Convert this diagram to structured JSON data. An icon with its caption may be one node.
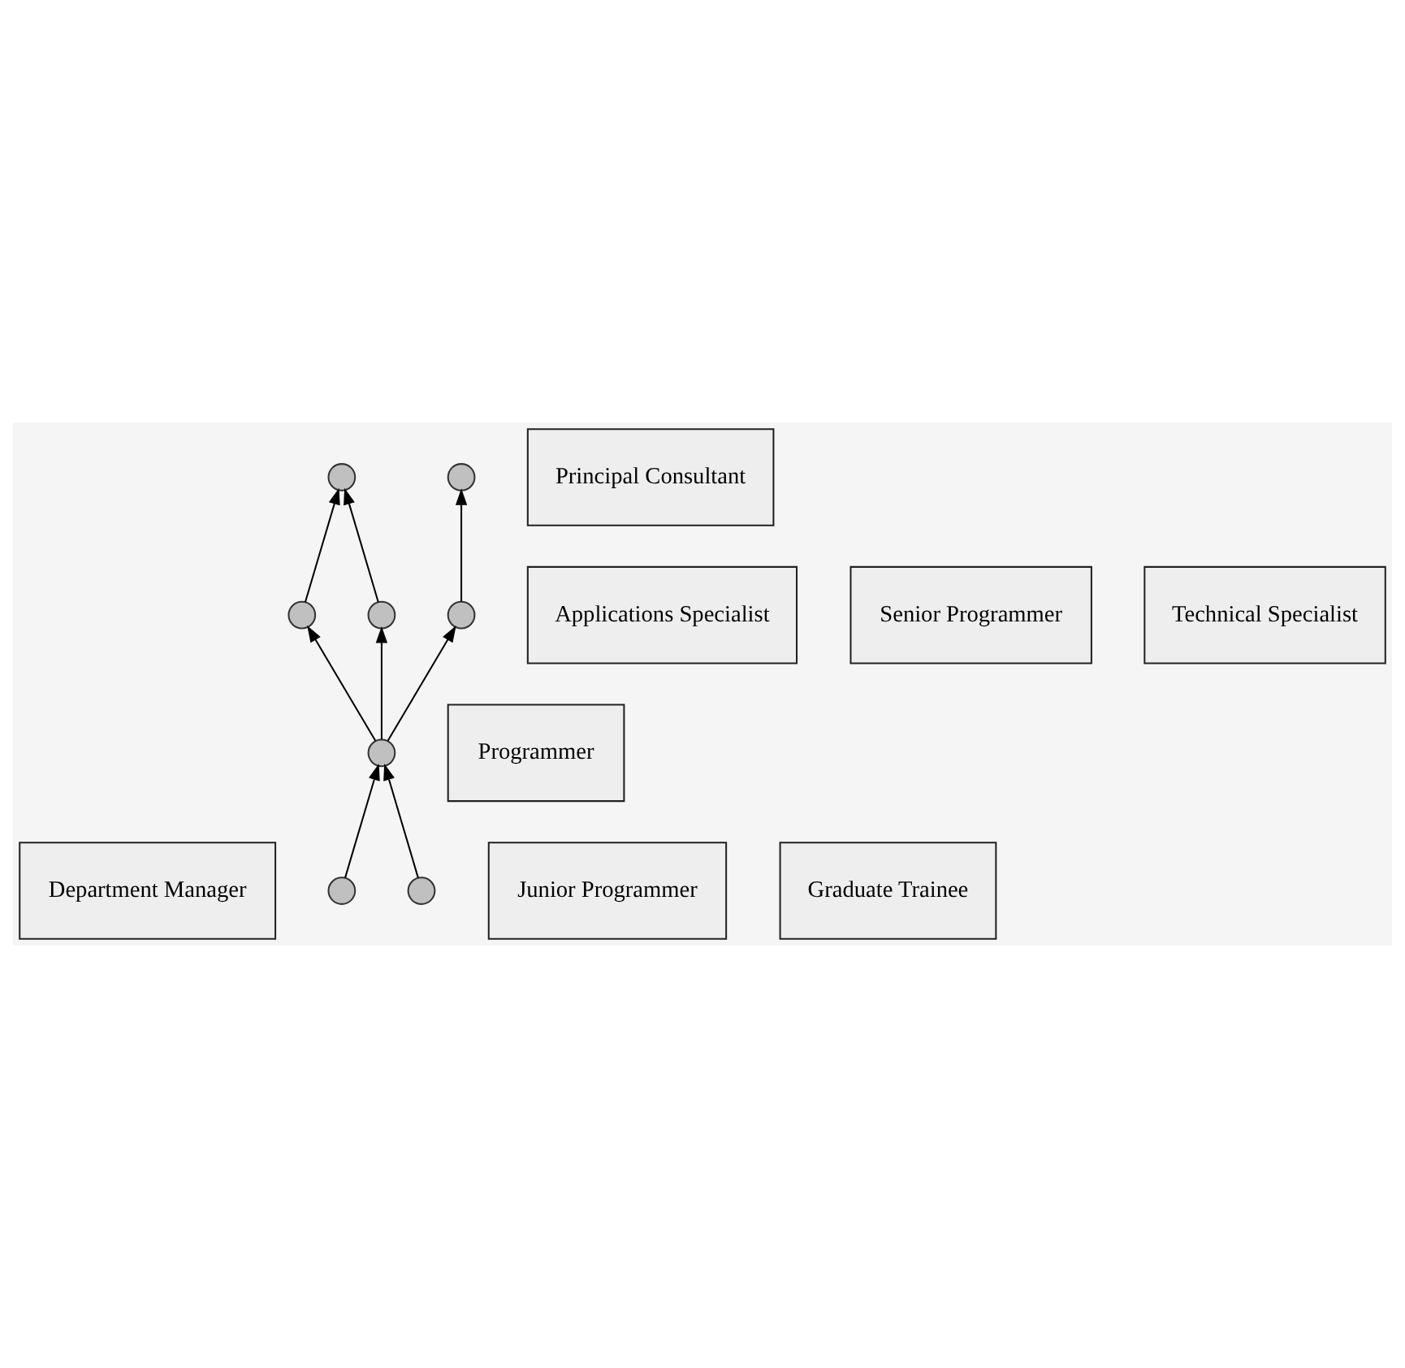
{
  "diagram": {
    "nodes": [
      {
        "text": [
          "Department Manager"
        ]
      },
      {
        "text": [],
        "shape": "circle"
      },
      {
        "text": [
          "Principal Consultant"
        ]
      },
      {
        "text": [],
        "shape": "circle"
      },
      {
        "text": [
          "Applications Specialist"
        ]
      },
      {
        "text": [],
        "shape": "circle"
      },
      {
        "text": [
          "Senior Programmer"
        ]
      },
      {
        "text": [],
        "shape": "circle"
      },
      {
        "text": [],
        "shape": "circle"
      },
      {
        "text": [
          "Technical Specialist"
        ]
      },
      {
        "text": [],
        "shape": "circle"
      },
      {
        "text": [
          "Programmer"
        ]
      },
      {
        "text": [
          "Junior Programmer"
        ]
      },
      {
        "text": [],
        "shape": "circle"
      },
      {
        "text": [],
        "shape": "circle"
      },
      {
        "text": [
          "Graduate Trainee"
        ]
      }
    ],
    "edges": [
      {
        "from": 10,
        "to": 5,
        "arrow": "to"
      },
      {
        "from": 10,
        "to": 7,
        "arrow": "to"
      },
      {
        "from": 10,
        "to": 8,
        "arrow": "to"
      },
      {
        "from": 8,
        "to": 3,
        "arrow": "to"
      },
      {
        "from": 5,
        "to": 1,
        "arrow": "to"
      },
      {
        "from": 7,
        "to": 1,
        "arrow": "to"
      },
      {
        "from": 13,
        "to": 10,
        "arrow": "to"
      },
      {
        "from": 14,
        "to": 10,
        "arrow": "to"
      }
    ]
  }
}
